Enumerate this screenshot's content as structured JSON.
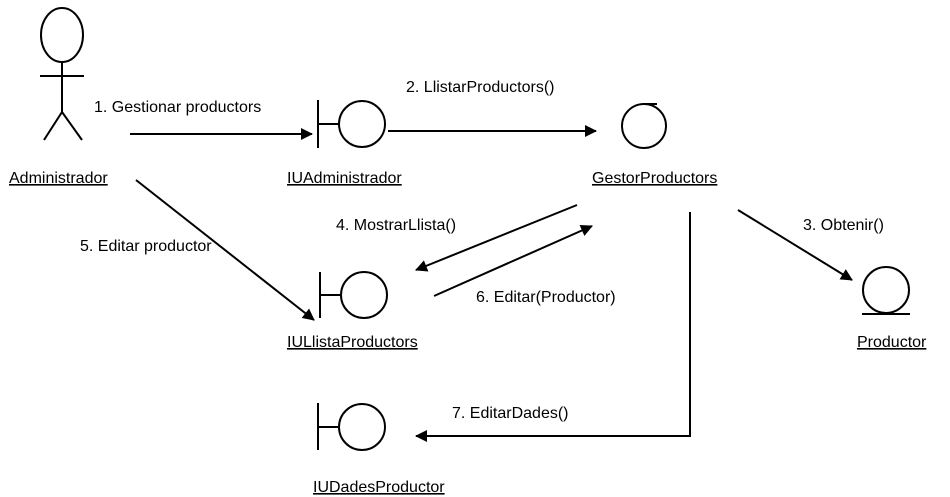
{
  "nodes": {
    "administrador": {
      "name": "Administrador",
      "kind": "actor"
    },
    "iu_administrador": {
      "name": "IUAdministrador",
      "kind": "boundary"
    },
    "gestor_productors": {
      "name": "GestorProductors",
      "kind": "control"
    },
    "productor": {
      "name": "Productor",
      "kind": "entity"
    },
    "iu_llista_productors": {
      "name": "IULlistaProductors",
      "kind": "boundary"
    },
    "iu_dades_productor": {
      "name": "IUDadesProductor",
      "kind": "boundary"
    }
  },
  "messages": [
    {
      "label": "1. Gestionar productors"
    },
    {
      "label": "2. LlistarProductors()"
    },
    {
      "label": "3. Obtenir()"
    },
    {
      "label": "4. MostrarLlista()"
    },
    {
      "label": "5. Editar productor"
    },
    {
      "label": "6. Editar(Productor)"
    },
    {
      "label": "7. EditarDades()"
    }
  ],
  "colors": {
    "ink": "#000000",
    "background": "#ffffff"
  }
}
